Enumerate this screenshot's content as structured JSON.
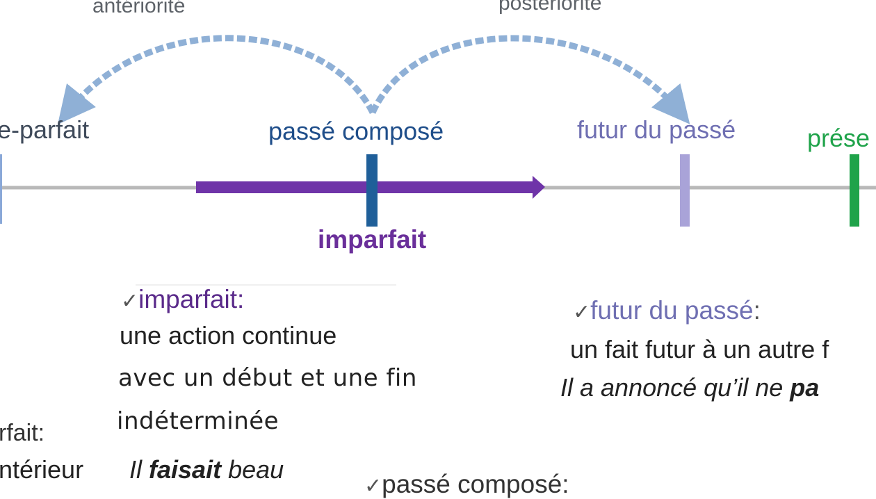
{
  "arcs": {
    "left_label": "antériorité",
    "right_label": "postériorité",
    "color": "#8fb0d6"
  },
  "timeline": {
    "line_color": "#b9b9b9",
    "imparfait_bar_color": "#6f34a8",
    "ticks": [
      {
        "name": "plus-que-parfait",
        "label": "e-parfait",
        "color": "#8aa8d8"
      },
      {
        "name": "passe-compose",
        "label": "passé composé",
        "color": "#1f5f99"
      },
      {
        "name": "futur-du-passe",
        "label": "futur du passé",
        "color": "#a9a3d8"
      },
      {
        "name": "present",
        "label": "prése",
        "color": "#1fa34a"
      }
    ],
    "imparfait_label": "imparfait"
  },
  "notes": {
    "check_glyph": "✓",
    "imparfait": {
      "title": "imparfait:",
      "line1": "une action continue",
      "line2": "avec un début et une fin",
      "line3": "indéterminée",
      "example_verb": "faisait",
      "example_pre": "Il ",
      "example_post": " beau"
    },
    "futur_du_passe": {
      "title": "futur du passé",
      "title_suffix": ":",
      "line1": "un fait futur à un autre f",
      "example_pre": "Il a annoncé qu’il ne ",
      "example_bold": "pa"
    },
    "pqp_partial": {
      "title": "rfait:",
      "line1": "ntérieur"
    },
    "passe_compose": {
      "title": "passé composé:"
    }
  }
}
